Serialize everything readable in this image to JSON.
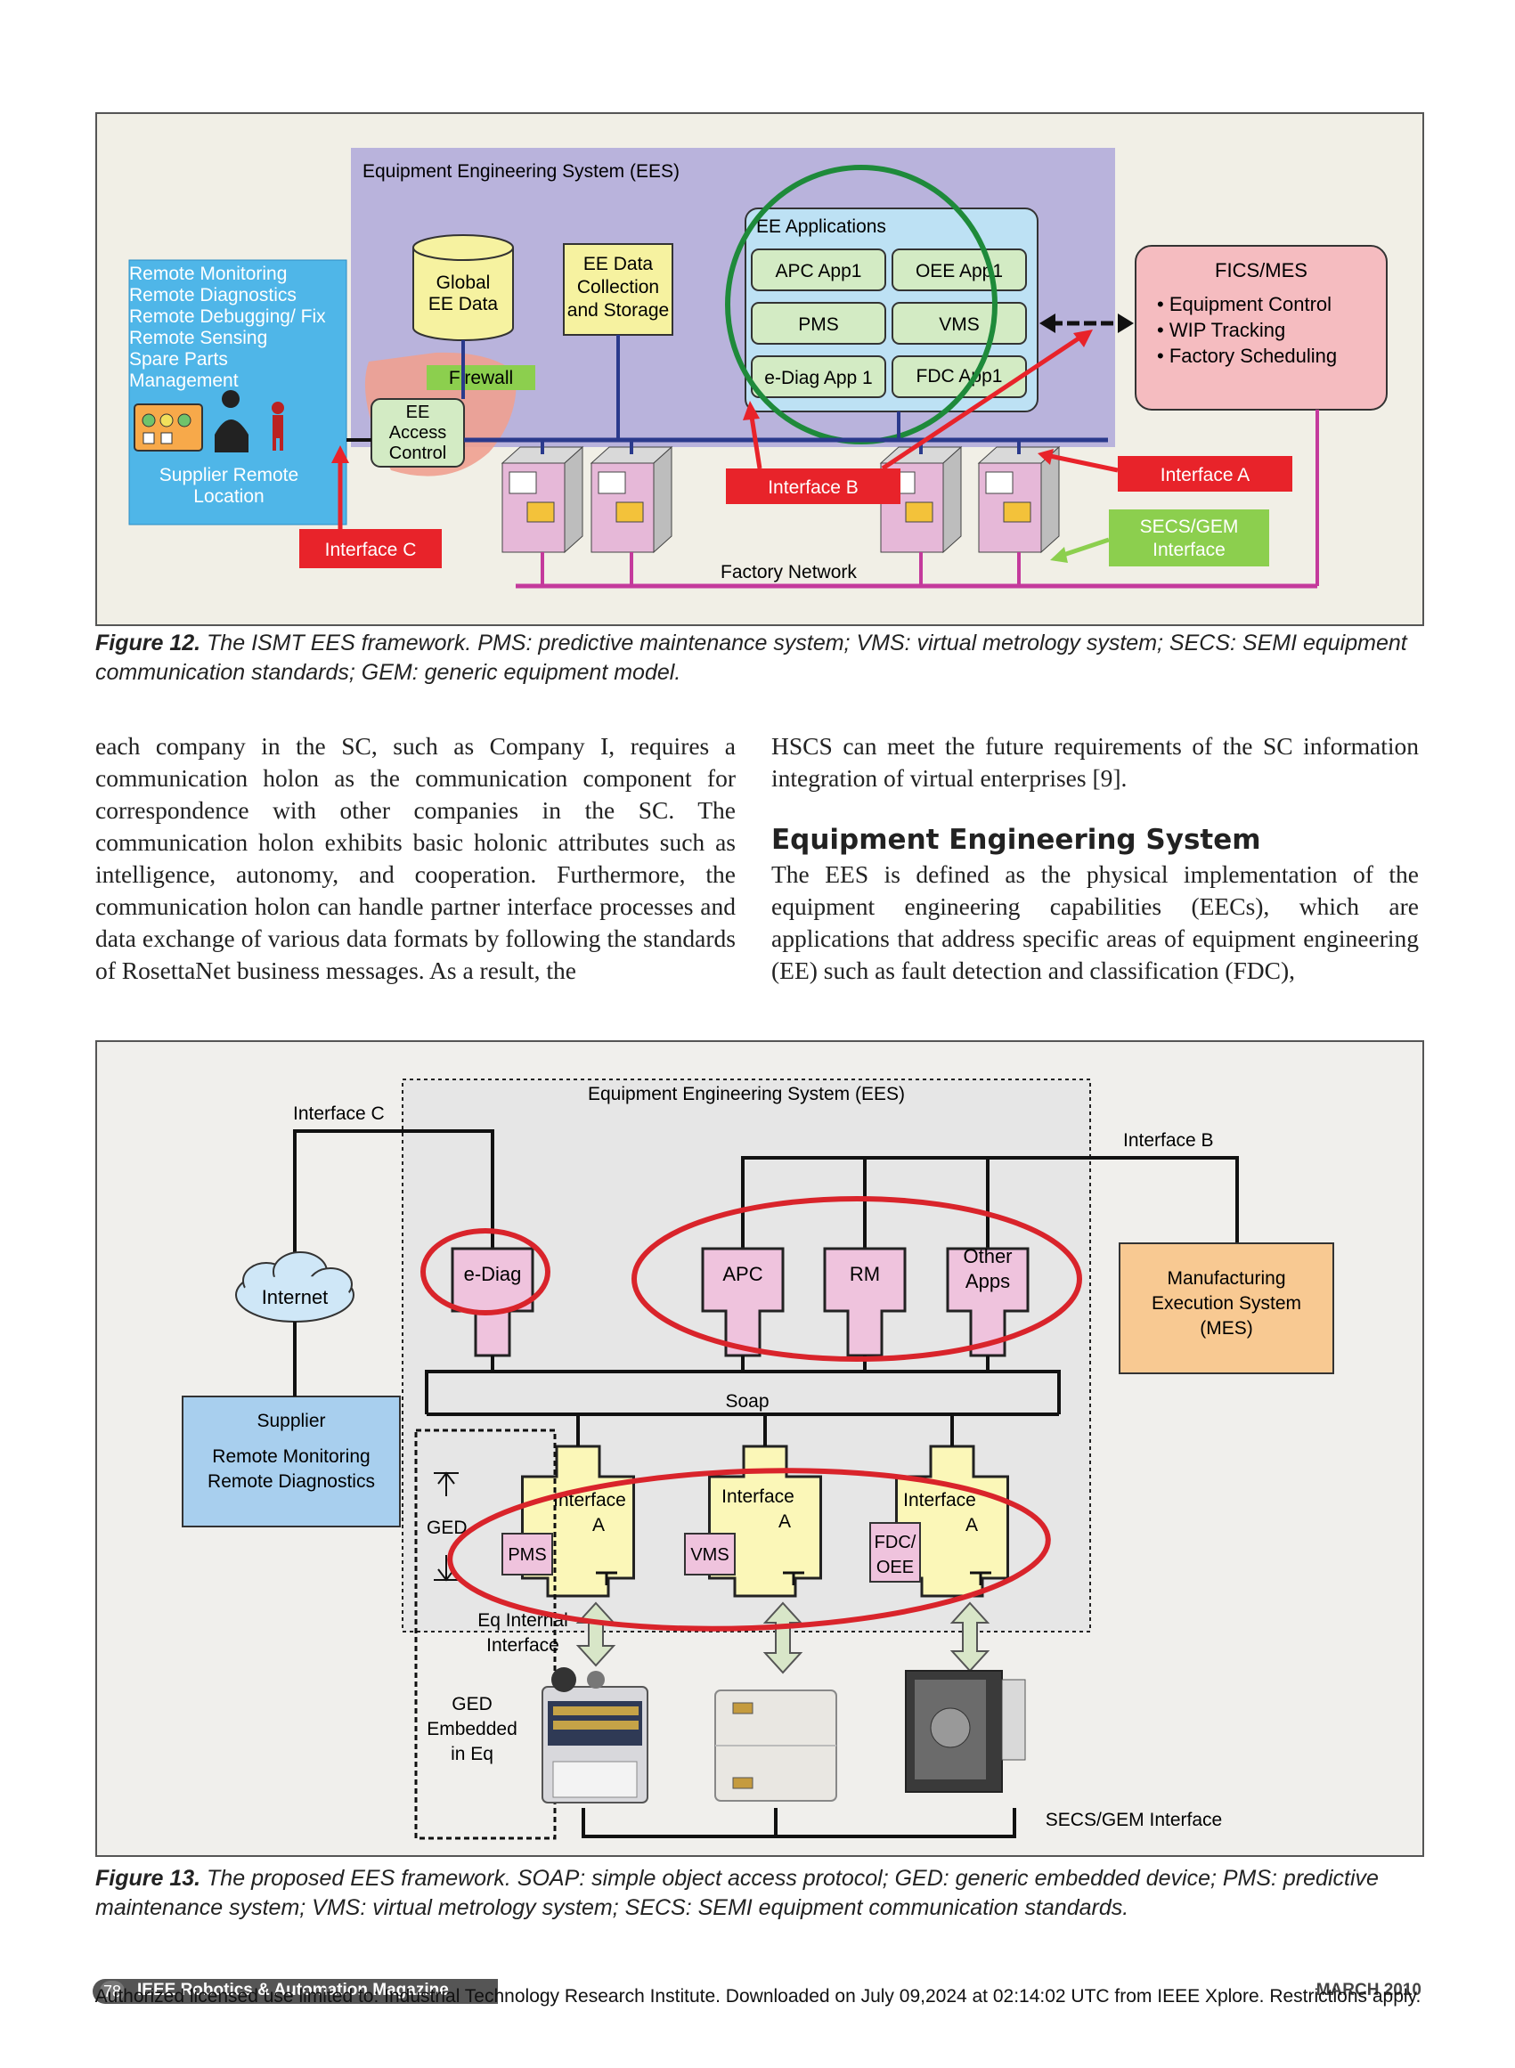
{
  "figure12": {
    "ees_title": "Equipment Engineering System (EES)",
    "remote_lines": [
      "Remote Monitoring",
      "Remote Diagnostics",
      "Remote Debugging/ Fix",
      "Remote Sensing",
      "Spare Parts",
      "Management"
    ],
    "supplier_location": [
      "Supplier Remote",
      "Location"
    ],
    "global_ee_data": [
      "Global",
      "EE Data"
    ],
    "ee_data_collection": [
      "EE Data",
      "Collection",
      "and Storage"
    ],
    "ee_applications_title": "EE Applications",
    "apps": [
      "APC App1",
      "OEE App1",
      "PMS",
      "VMS",
      "e-Diag App 1",
      "FDC App1"
    ],
    "fics_title": "FICS/MES",
    "fics_items": [
      "• Equipment Control",
      "• WIP Tracking",
      "• Factory Scheduling"
    ],
    "firewall": "Firewall",
    "access_control": [
      "EE",
      "Access",
      "Control"
    ],
    "interface_a": "Interface A",
    "interface_b": "Interface B",
    "interface_c": "Interface C",
    "secs_gem": [
      "SECS/GEM",
      "Interface"
    ],
    "factory_network": "Factory Network",
    "caption_label": "Figure 12.",
    "caption_text": " The ISMT EES framework. PMS: predictive maintenance system; VMS: virtual metrology system; SECS: SEMI equipment communication standards; GEM: generic equipment model.",
    "colors": {
      "ees_bg": "#b9b3dc",
      "remote_bg": "#4fb6e8",
      "fics_bg": "#f5bcc0",
      "apps_bg": "#bde1f4",
      "app_box": "#d3ebc4",
      "red": "#e8232a",
      "green_circle": "#1e8a3a",
      "green_label": "#8ccf4e"
    }
  },
  "body": {
    "left_paragraph": "each company in the SC, such as Company I, requires a communication holon as the communication component for correspondence with other companies in the SC. The communication holon exhibits basic holonic attributes such as intelligence, autonomy, and cooperation. Furthermore, the communication holon can handle partner interface processes and data exchange of various data formats by following the standards of RosettaNet business messages. As a result, the",
    "right_paragraph_1": "HSCS can meet the future requirements of the SC information integration of virtual enterprises [9].",
    "heading": "Equipment Engineering System",
    "right_paragraph_2": "The EES is defined as the physical implementation of the equipment engineering capabilities (EECs), which are applications that address specific areas of equipment engineering (EE) such as fault detection and classification (FDC),"
  },
  "figure13": {
    "ees_title": "Equipment Engineering System (EES)",
    "interface_c": "Interface C",
    "interface_b": "Interface B",
    "internet": "Internet",
    "e_diag": "e-Diag",
    "apc": "APC",
    "rm": "RM",
    "other_apps": [
      "Other",
      "Apps"
    ],
    "mes": [
      "Manufacturing",
      "Execution System",
      "(MES)"
    ],
    "soap": "Soap",
    "supplier": [
      "Supplier",
      "Remote Monitoring",
      "Remote Diagnostics"
    ],
    "ged": "GED",
    "interface_a_label": [
      "Interface",
      "A"
    ],
    "pms": "PMS",
    "vms": "VMS",
    "fdc_oee": [
      "FDC/",
      "OEE"
    ],
    "eq_internal": [
      "Eq Internal",
      "Interface"
    ],
    "ged_embedded": [
      "GED",
      "Embedded",
      "in Eq"
    ],
    "secs_gem": "SECS/GEM Interface",
    "caption_label": "Figure 13.",
    "caption_text": " The proposed EES framework. SOAP: simple object access protocol; GED: generic embedded device; PMS: predictive maintenance system; VMS: virtual metrology system; SECS: SEMI equipment communication standards.",
    "colors": {
      "pink": "#efc3dd",
      "cloud": "#cfe7f7",
      "supplier": "#a8cfee",
      "mes": "#f8c992",
      "ees_bg": "#ebebeb",
      "red": "#d9242b",
      "iface": "#fbf7b8"
    }
  },
  "footer": {
    "page_number": "78",
    "journal": "IEEE Robotics & Automation Magazine",
    "date": "MARCH 2010",
    "license": "Authorized licensed use limited to: Industrial Technology Research Institute. Downloaded on July 09,2024 at 02:14:02 UTC from IEEE Xplore.  Restrictions apply."
  }
}
